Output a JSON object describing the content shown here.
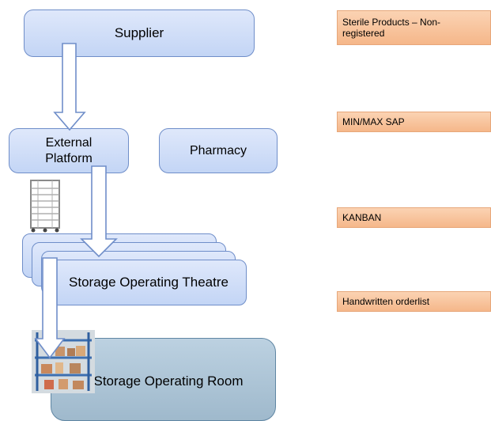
{
  "flow": {
    "supplier": "Supplier",
    "external_platform_line1": "External",
    "external_platform_line2": "Platform",
    "pharmacy": "Pharmacy",
    "storage_theatre": "Storage Operating Theatre",
    "storage_room": "Storage Operating Room"
  },
  "labels": [
    "Sterile Products – Non-registered",
    "MIN/MAX SAP",
    "KANBAN",
    "Handwritten orderlist"
  ],
  "icons": {
    "trolley": "cart-rack-icon",
    "shelving": "shelving-rack-icon"
  },
  "colors": {
    "box_fill": "#cddcf7",
    "box_border": "#6f8ec9",
    "label_fill": "#f8c49c",
    "room_fill": "#aec5d6"
  }
}
